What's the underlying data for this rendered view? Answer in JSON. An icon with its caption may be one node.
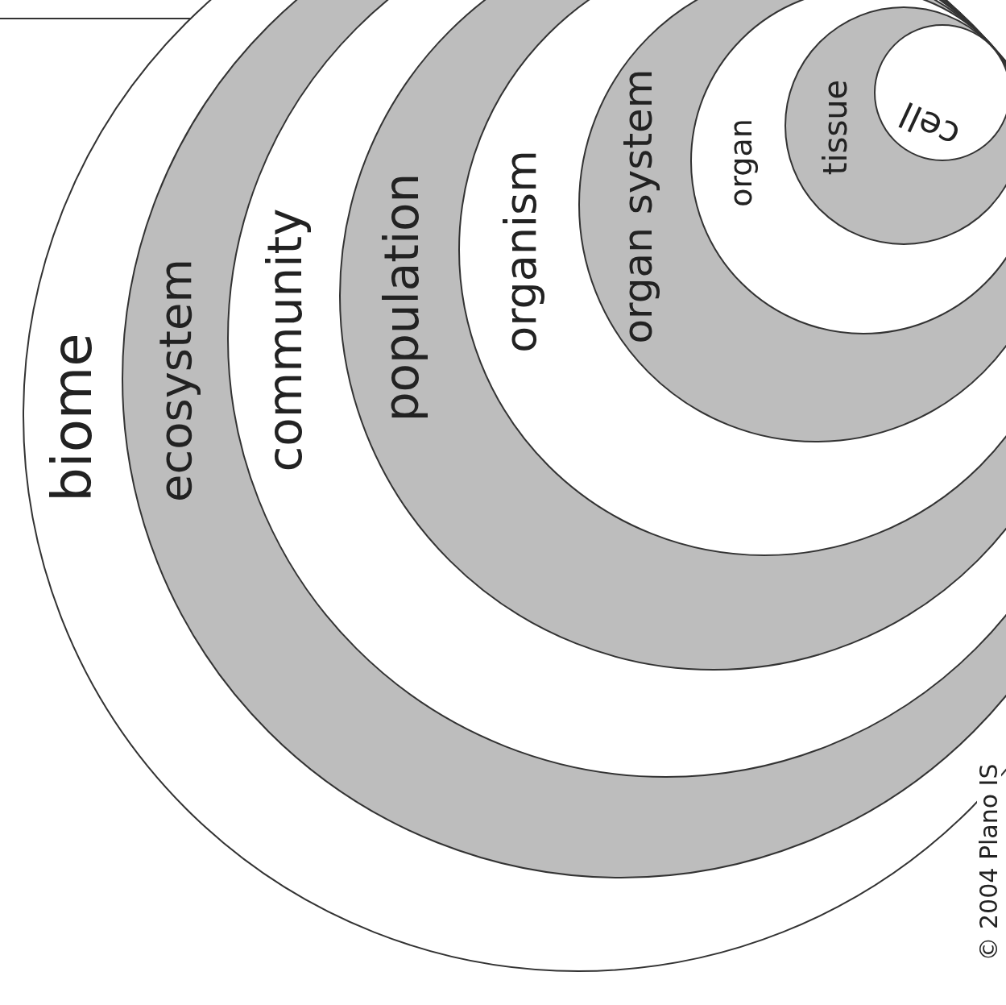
{
  "diagram": {
    "nodes": [
      {
        "text": [
          "biome"
        ]
      },
      {
        "text": [
          "ecosystem"
        ],
        "in": 0
      },
      {
        "text": [
          "community"
        ],
        "in": 1
      },
      {
        "text": [
          "population"
        ],
        "in": 2
      },
      {
        "text": [
          "organism"
        ],
        "in": 3
      },
      {
        "text": [
          "organ system"
        ],
        "in": 4
      },
      {
        "text": [
          "organ"
        ],
        "in": 5
      },
      {
        "text": [
          "tissue"
        ],
        "in": 6
      },
      {
        "text": [
          "cell"
        ],
        "in": 7
      }
    ],
    "labels": [
      "© 2004 Plano IS"
    ]
  }
}
